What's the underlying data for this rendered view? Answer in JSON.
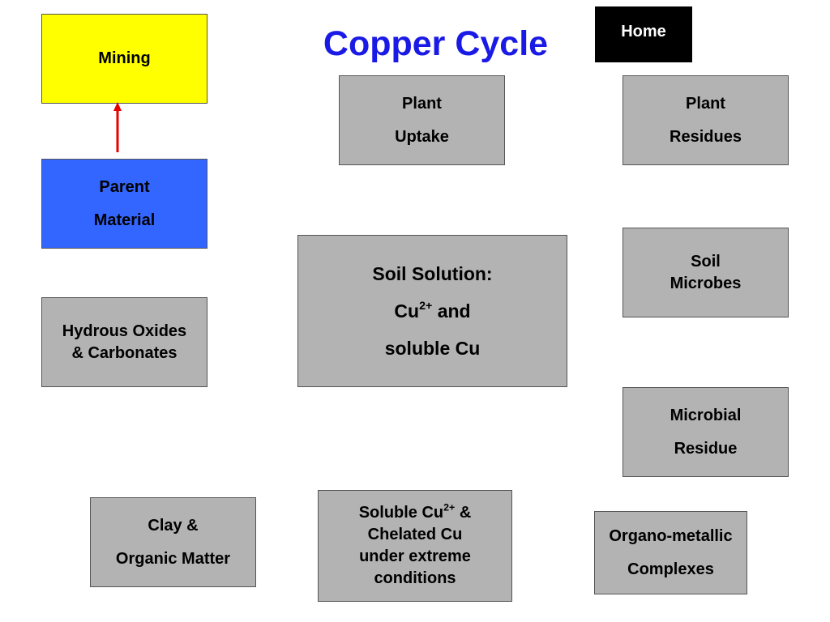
{
  "title": "Copper Cycle",
  "home_label": "Home",
  "colors": {
    "title": "#1a1ae6",
    "mining": "#ffff00",
    "parent": "#3366ff",
    "grey_box": "#b3b3b3",
    "arrow": "#e60000"
  },
  "boxes": {
    "mining": {
      "line1": "Mining"
    },
    "parent_material": {
      "line1": "Parent",
      "line2": "Material"
    },
    "hydrous_oxides": {
      "line1": "Hydrous Oxides",
      "line2": "& Carbonates"
    },
    "clay": {
      "line1": "Clay &",
      "line2": "Organic Matter"
    },
    "plant_uptake": {
      "line1": "Plant",
      "line2": "Uptake"
    },
    "plant_residues": {
      "line1": "Plant",
      "line2": "Residues"
    },
    "soil_solution": {
      "line1": "Soil Solution:",
      "line2_pre": "Cu",
      "line2_sup": "2+",
      "line2_post": " and",
      "line3": "soluble Cu"
    },
    "soil_microbes": {
      "line1": "Soil",
      "line2": "Microbes"
    },
    "microbial_residue": {
      "line1": "Microbial",
      "line2": "Residue"
    },
    "soluble_cu": {
      "line1_pre": "Soluble Cu",
      "line1_sup": "2+",
      "line1_post": " &",
      "line2": "Chelated Cu",
      "line3": "under extreme",
      "line4": "conditions"
    },
    "organo_metallic": {
      "line1": "Organo-metallic",
      "line2": "Complexes"
    }
  }
}
